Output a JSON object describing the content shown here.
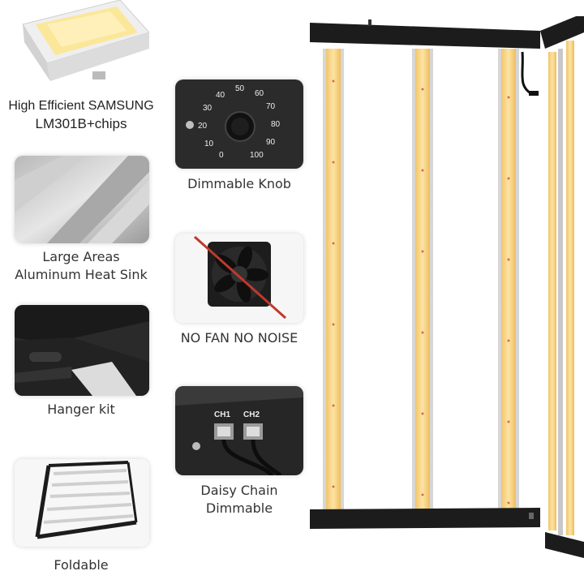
{
  "features": {
    "samsung_chip": {
      "line1": "High Efficient SAMSUNG",
      "line2": "LM301B+chips"
    },
    "dimmable_knob": {
      "caption": "Dimmable Knob",
      "ticks": [
        "0",
        "10",
        "20",
        "30",
        "40",
        "50",
        "60",
        "70",
        "80",
        "90",
        "100"
      ]
    },
    "heat_sink": {
      "line1": "Large Areas",
      "line2": "Aluminum Heat Sink"
    },
    "no_fan": {
      "caption": "NO FAN NO NOISE"
    },
    "hanger": {
      "caption": "Hanger kit"
    },
    "daisy_chain": {
      "line1": "Daisy Chain",
      "line2": "Dimmable",
      "ch1": "CH1",
      "ch2": "CH2"
    },
    "foldable": {
      "caption": "Foldable"
    }
  },
  "colors": {
    "led": "#f3d27e",
    "frame": "#1c1c1c",
    "chip": "#fbe79a",
    "rail": "#c8c8c8"
  }
}
